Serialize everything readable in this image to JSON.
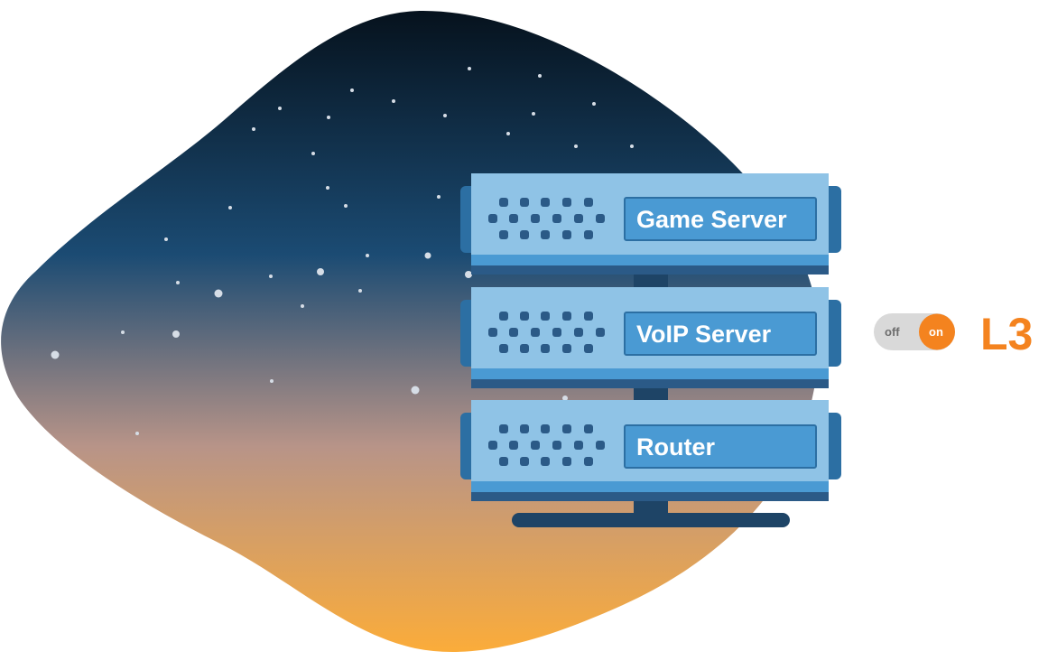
{
  "colors": {
    "sky_top": "#06121d",
    "sky_mid": "#1b4b73",
    "sky_dusk": "#b89488",
    "sky_bottom": "#fbac3a",
    "server_light": "#8fc3e6",
    "server_mid": "#4a9ad3",
    "server_dark": "#2c6fa3",
    "server_shadow": "#2b5a87",
    "stand": "#1e4466",
    "accent": "#f4831f",
    "toggle_track": "#d9d9d9"
  },
  "servers": [
    {
      "label": "Game Server",
      "icon": "server-vent-icon"
    },
    {
      "label": "VoIP Server",
      "icon": "server-vent-icon"
    },
    {
      "label": "Router",
      "icon": "server-vent-icon"
    }
  ],
  "toggle": {
    "off_label": "off",
    "on_label": "on",
    "state": "on"
  },
  "level_label": "L3"
}
